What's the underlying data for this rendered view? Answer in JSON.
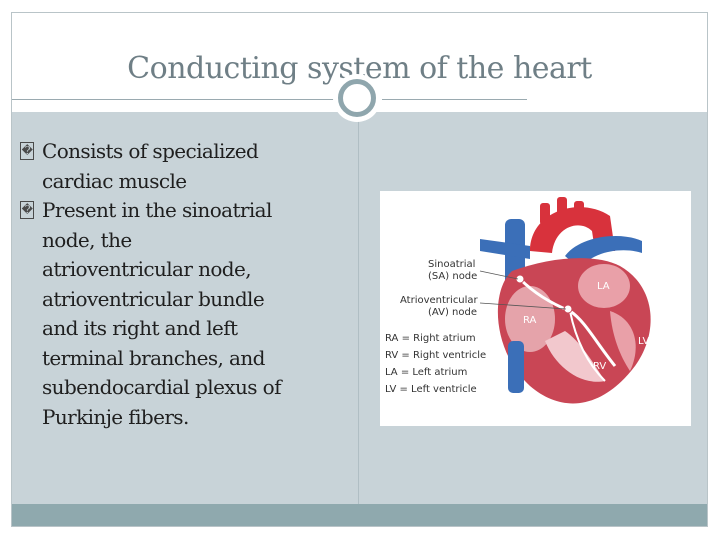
{
  "slide": {
    "title": "Conducting system of the heart",
    "bullets": [
      {
        "marker": "�",
        "lines": [
          "Consists of specialized",
          "cardiac muscle"
        ]
      },
      {
        "marker": "�",
        "lines": [
          "Present in the sinoatrial",
          "node, the",
          "atrioventricular node,",
          "atrioventricular bundle",
          "and its right and left",
          "terminal branches, and",
          "subendocardial plexus of",
          "Purkinje fibers."
        ]
      }
    ]
  },
  "figure": {
    "labels": {
      "sa_node": [
        "Sinoatrial",
        "(SA) node"
      ],
      "av_node": [
        "Atrioventricular",
        "(AV) node"
      ],
      "legend": [
        "RA = Right atrium",
        "RV = Right ventricle",
        "LA = Left atrium",
        "LV = Left ventricle"
      ],
      "chambers": {
        "ra": "RA",
        "la": "LA",
        "lv": "LV",
        "rv": "RV"
      }
    }
  },
  "colors": {
    "title": "#6f7f86",
    "body_background": "#c8d3d8",
    "footer_bar": "#8fa9ae",
    "circle_ring": "#8fa6ad",
    "artery_red": "#d8323c",
    "vein_blue": "#3b6fb8"
  }
}
